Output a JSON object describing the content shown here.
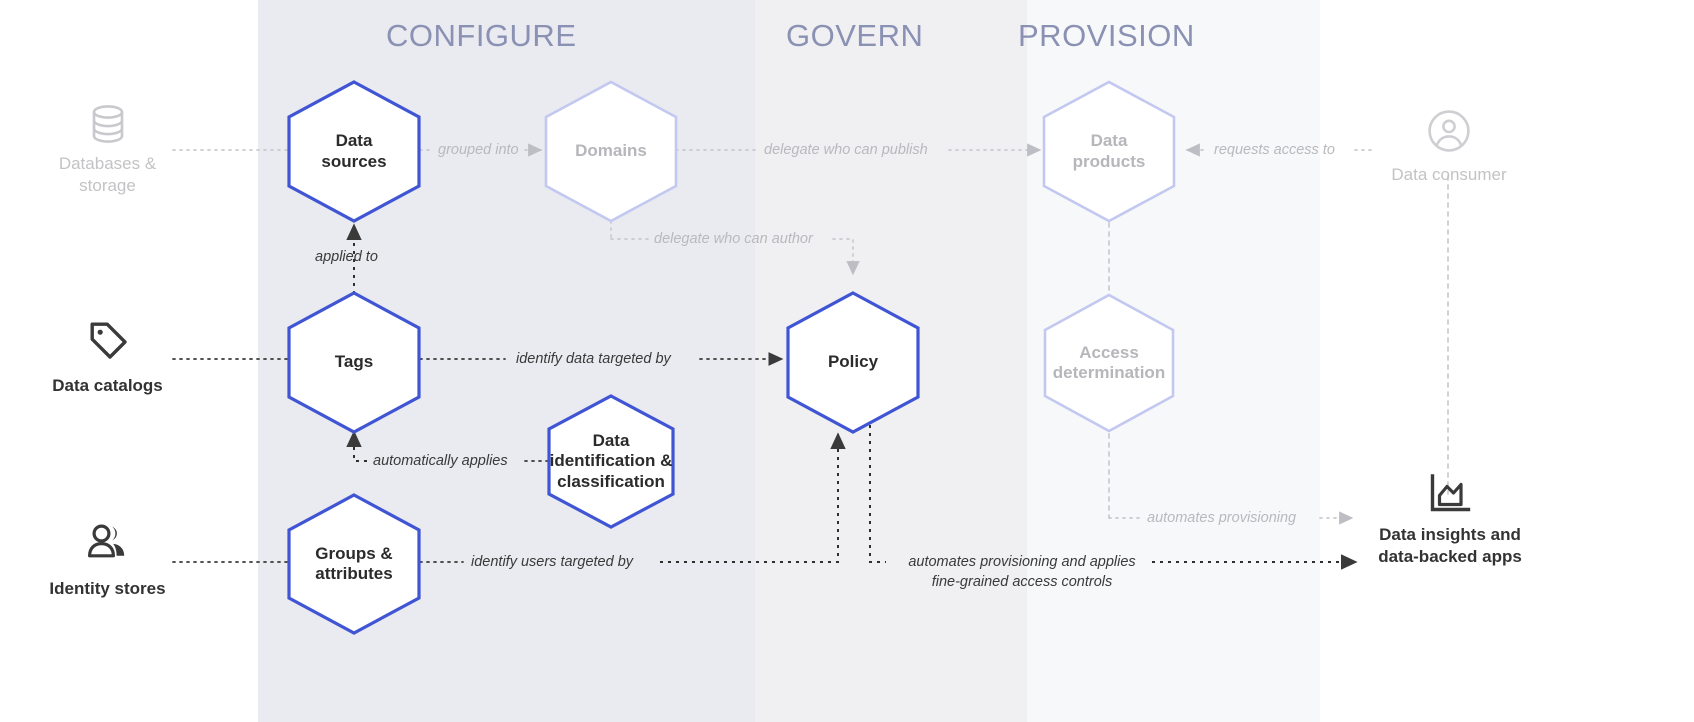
{
  "columns": [
    {
      "id": "configure",
      "label": "CONFIGURE",
      "band_color": "#eaeaf1"
    },
    {
      "id": "govern",
      "label": "GOVERN",
      "band_color": "#f0f0f3"
    },
    {
      "id": "provision",
      "label": "PROVISION",
      "band_color": "#f7f8fa"
    }
  ],
  "colors": {
    "accent_blue": "#4055d4",
    "faint_blue": "#c3c8f0",
    "strong_text": "#2b2b2b",
    "faint_text": "#b6b6bb",
    "wire_dark": "#3a3a3a",
    "wire_faint": "#c9c9cf",
    "title_text": "#8b91b3"
  },
  "nodes": [
    {
      "id": "data-sources",
      "label": "Data\nsources",
      "style": "strong"
    },
    {
      "id": "domains",
      "label": "Domains",
      "style": "faint"
    },
    {
      "id": "data-products",
      "label": "Data\nproducts",
      "style": "faint"
    },
    {
      "id": "tags",
      "label": "Tags",
      "style": "strong"
    },
    {
      "id": "policy",
      "label": "Policy",
      "style": "strong"
    },
    {
      "id": "access-determination",
      "label": "Access\ndetermination",
      "style": "faint"
    },
    {
      "id": "data-identification",
      "label": "Data\nidentification &\nclassification",
      "style": "strong"
    },
    {
      "id": "groups-attributes",
      "label": "Groups &\nattributes",
      "style": "strong"
    }
  ],
  "side_labels": {
    "databases_storage": "Databases &\nstorage",
    "data_catalogs": "Data catalogs",
    "identity_stores": "Identity stores",
    "data_consumer": "Data consumer",
    "data_insights": "Data insights and\ndata-backed apps"
  },
  "icons": {
    "databases_storage": "database-icon",
    "data_catalogs": "tag-icon",
    "identity_stores": "people-group-icon",
    "data_consumer": "account-circle-icon",
    "data_insights": "area-chart-icon"
  },
  "edges": [
    {
      "id": "grouped-into",
      "label": "grouped into",
      "tone": "faint"
    },
    {
      "id": "delegate-publish",
      "label": "delegate who can publish",
      "tone": "faint"
    },
    {
      "id": "requests-access",
      "label": "requests access to",
      "tone": "faint"
    },
    {
      "id": "delegate-author",
      "label": "delegate who can author",
      "tone": "faint"
    },
    {
      "id": "applied-to",
      "label": "applied to",
      "tone": "dark"
    },
    {
      "id": "identify-data",
      "label": "identify data targeted by",
      "tone": "dark"
    },
    {
      "id": "automatically-applies",
      "label": "automatically applies",
      "tone": "dark"
    },
    {
      "id": "identify-users",
      "label": "identify users targeted by",
      "tone": "dark"
    },
    {
      "id": "automates-provisioning-faint",
      "label": "automates provisioning",
      "tone": "faint"
    },
    {
      "id": "automates-provisioning-controls",
      "label": "automates provisioning and applies\nfine-grained access controls",
      "tone": "dark"
    }
  ]
}
